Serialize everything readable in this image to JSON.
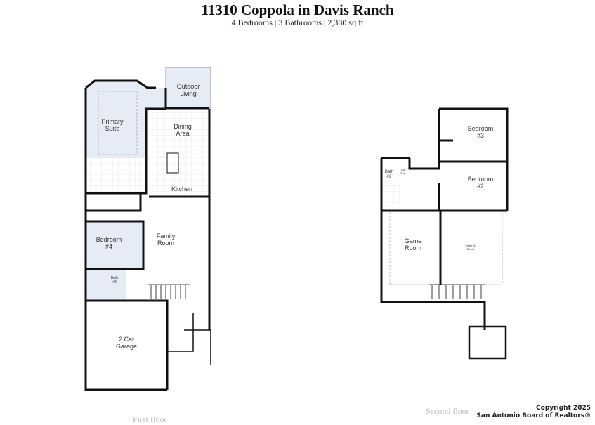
{
  "header": {
    "title": "11310 Coppola in Davis Ranch",
    "subtitle": "4 Bedrooms | 3 Bathrooms | 2,380 sq ft"
  },
  "first_floor": {
    "caption": "First floor",
    "rooms": {
      "outdoor1": "Outdoor",
      "outdoor2": "Living",
      "primary1": "Primary",
      "primary2": "Suite",
      "dining1": "Dining",
      "dining2": "Area",
      "kitchen": "Kitchen",
      "family1": "Family",
      "family2": "Room",
      "bed4a": "Bedroom",
      "bed4b": "#4",
      "bath3a": "Bath",
      "bath3b": "#3",
      "garage1": "2 Car",
      "garage2": "Garage"
    }
  },
  "second_floor": {
    "caption": "Second floor",
    "rooms": {
      "bed3a": "Bedroom",
      "bed3b": "#3",
      "bed2a": "Bedroom",
      "bed2b": "#2",
      "bath2a": "Bath",
      "bath2b": "#2",
      "optsink1": "Opt",
      "optsink2": "Sink",
      "game1": "Game",
      "game2": "Room",
      "open1": "Open To",
      "open2": "Below"
    }
  },
  "copyright": {
    "line1": "Copyright 2025",
    "line2": "San Antonio Board of Realtors®"
  },
  "colors": {
    "wall": "#111111",
    "room_fill": "#e6ecf5",
    "grid": "#d8d8d8"
  }
}
